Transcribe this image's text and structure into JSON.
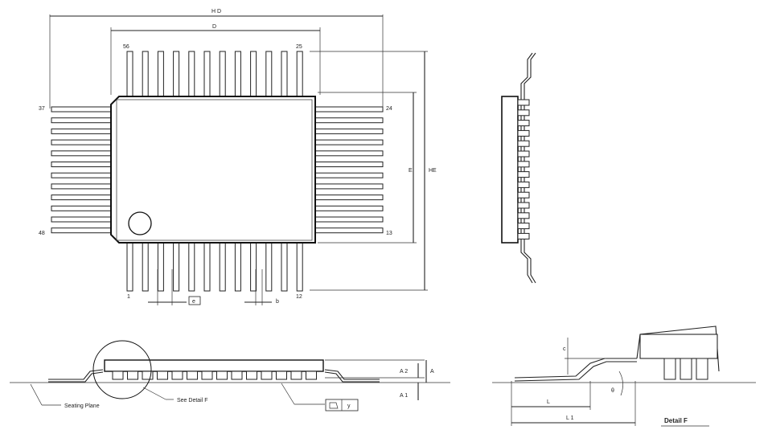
{
  "top_view": {
    "dim_HD": "H D",
    "dim_D": "D",
    "dim_E": "E",
    "dim_HE": "HE",
    "pin_56": "56",
    "pin_25": "25",
    "pin_37": "37",
    "pin_24": "24",
    "pin_48": "48",
    "pin_13": "13",
    "pin_1": "1",
    "pin_12": "12",
    "pitch_e": "e",
    "lead_b": "b"
  },
  "side_view": {
    "dim_A": "A",
    "dim_A2": "A 2",
    "dim_A1": "A 1",
    "seating_plane": "Seating Plane",
    "see_detail": "See Detail F",
    "coplanarity": "y"
  },
  "detail_f": {
    "title": "Detail F",
    "dim_c": "c",
    "dim_L": "L",
    "dim_L1": "L 1",
    "angle": "θ"
  }
}
